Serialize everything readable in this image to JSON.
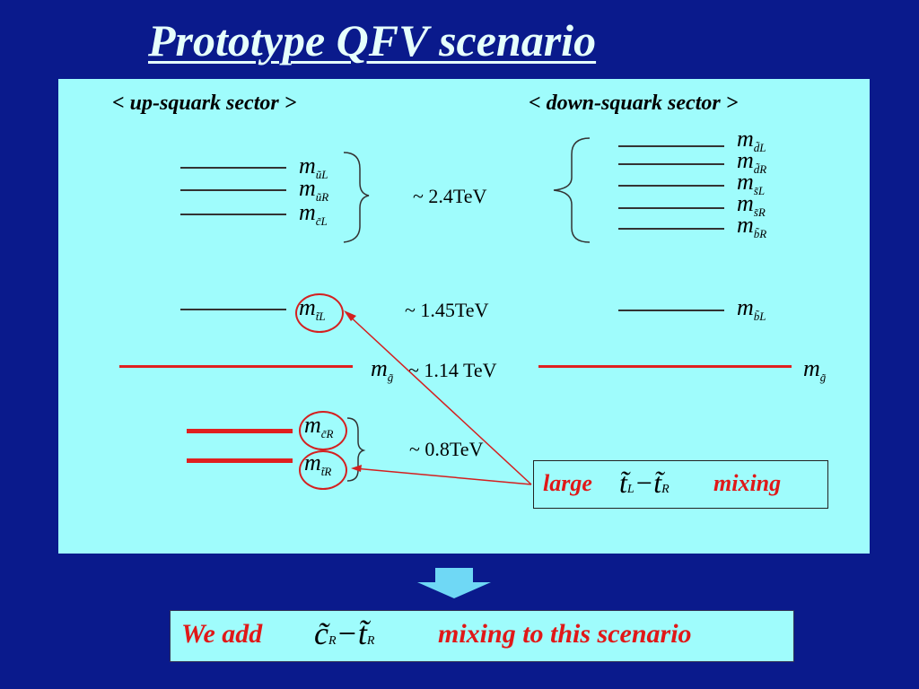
{
  "title": "Prototype QFV scenario",
  "up_header": "< up-squark sector >",
  "down_header": "< down-squark sector >",
  "masses": {
    "uL": {
      "m": "m",
      "sub": "ũL"
    },
    "uR": {
      "m": "m",
      "sub": "ũR"
    },
    "cL": {
      "m": "m",
      "sub": "c̃L"
    },
    "tL": {
      "m": "m",
      "sub": "t̃L"
    },
    "cR": {
      "m": "m",
      "sub": "c̃R"
    },
    "tR": {
      "m": "m",
      "sub": "t̃R"
    },
    "dL": {
      "m": "m",
      "sub": "d̃L"
    },
    "dR": {
      "m": "m",
      "sub": "d̃R"
    },
    "sL": {
      "m": "m",
      "sub": "s̃L"
    },
    "sR": {
      "m": "m",
      "sub": "s̃R"
    },
    "bR": {
      "m": "m",
      "sub": "b̃R"
    },
    "bL": {
      "m": "m",
      "sub": "b̃L"
    },
    "gluino_left": {
      "m": "m",
      "sub": "g̃"
    },
    "gluino_right": {
      "m": "m",
      "sub": "g̃"
    }
  },
  "energies": {
    "e1": "~ 2.4TeV",
    "e2": "~ 1.45TeV",
    "e3": "~ 1.14 TeV",
    "e4": "~ 0.8TeV"
  },
  "mixing_box": {
    "large": "large",
    "t1": "t̃",
    "t1_sub": "L",
    "minus": "−",
    "t2": "t̃",
    "t2_sub": "R",
    "mixing": "mixing"
  },
  "bottom_box": {
    "we_add": "We add",
    "c": "c̃",
    "c_sub": "R",
    "minus": "−",
    "t": "t̃",
    "t_sub": "R",
    "rest": "mixing to this scenario"
  },
  "colors": {
    "background": "#0a1a8c",
    "panel": "#9ffcfc",
    "accent": "#e01818"
  }
}
